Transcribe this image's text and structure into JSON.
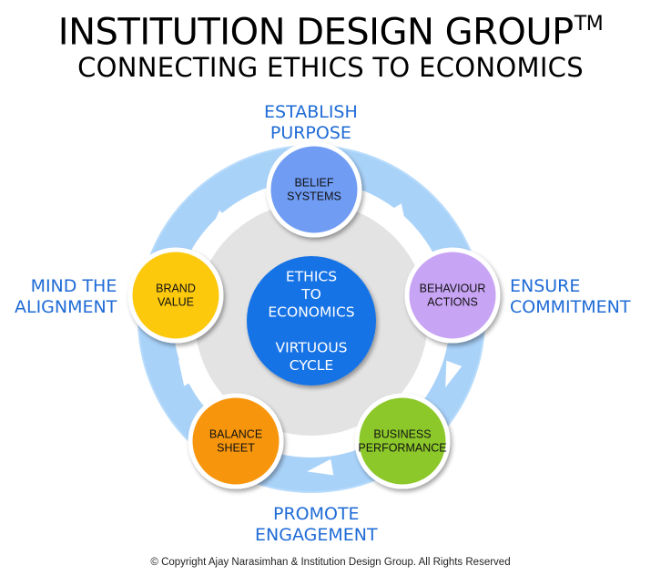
{
  "header": {
    "title": "INSTITUTION DESIGN GROUP",
    "trademark": "TM",
    "subtitle": "CONNECTING ETHICS TO ECONOMICS"
  },
  "center": {
    "lines": [
      "ETHICS",
      "TO",
      "ECONOMICS",
      "",
      "VIRTUOUS",
      "CYCLE"
    ]
  },
  "nodes": [
    {
      "lines": [
        "BELIEF",
        "SYSTEMS"
      ],
      "color": "#6f9cf4"
    },
    {
      "lines": [
        "BEHAVIOUR",
        "ACTIONS"
      ],
      "color": "#c8a4f4"
    },
    {
      "lines": [
        "BUSINESS",
        "PERFORMANCE"
      ],
      "color": "#8cc82a"
    },
    {
      "lines": [
        "BALANCE",
        "SHEET"
      ],
      "color": "#f7960f"
    },
    {
      "lines": [
        "BRAND",
        "VALUE"
      ],
      "color": "#fcc911"
    }
  ],
  "stages": {
    "top": {
      "line1": "ESTABLISH",
      "line2": "PURPOSE"
    },
    "right": {
      "line1": "ENSURE",
      "line2": "COMMITMENT"
    },
    "bottom": {
      "line1": "PROMOTE",
      "line2": "ENGAGEMENT"
    },
    "left": {
      "line1": "MIND THE",
      "line2": "ALIGNMENT"
    }
  },
  "colors": {
    "ring": "#a9d2f9",
    "inner_disc": "#e3e3e3",
    "core": "#1473e6",
    "stage_text": "#1e6bd6"
  },
  "footer": {
    "copyright": "© Copyright Ajay Narasimhan & Institution Design Group. All Rights Reserved"
  }
}
